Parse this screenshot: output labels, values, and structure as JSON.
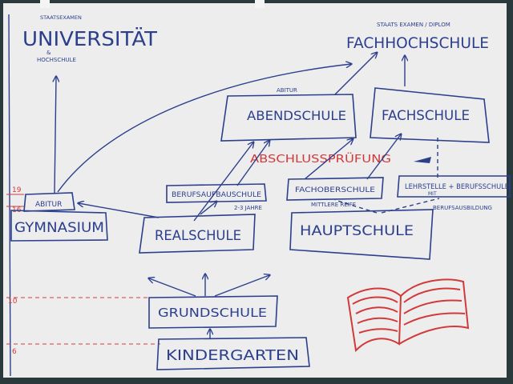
{
  "diagram": {
    "top_left": {
      "small_note": "STAATSEXAMEN",
      "title": "UNIVERSITÄT",
      "subnote_amp": "&",
      "subnote": "HOCHSCHULE"
    },
    "top_right": {
      "small_note": "STAATS EXAMEN / DIPLOM",
      "title": "FACHHOCHSCHULE"
    },
    "abitur_note": "ABITUR",
    "abendschule": "ABENDSCHULE",
    "fachschule": "FACHSCHULE",
    "abschlusspruefung": "ABSCHLUSSPRÜFUNG",
    "abitur_box": "ABITUR",
    "gymnasium": "GYMNASIUM",
    "berufsaufbauschule": "BERUFSAUFBAUSCHULE",
    "two_three_years": "2-3 JAHRE",
    "realschule": "REALSCHULE",
    "fachoberschule": "FACHOBERSCHULE",
    "mittlere_reife": "MITTLERE REIFE",
    "lehrstelle": "LEHRSTELLE + BERUFSSCHULE",
    "mit": "MIT",
    "berufsausbildung": "BERUFSAUSBILDUNG",
    "hauptschule": "HAUPTSCHULE",
    "grundschule": "GRUNDSCHULE",
    "kindergarten": "KINDERGARTEN",
    "age_labels": [
      "19",
      "16",
      "10",
      "6"
    ]
  },
  "colors": {
    "paper": "#ededee",
    "ink_blue": "#2c3f8c",
    "ink_red": "#d23a3a",
    "frame": "#2a3a3c"
  }
}
